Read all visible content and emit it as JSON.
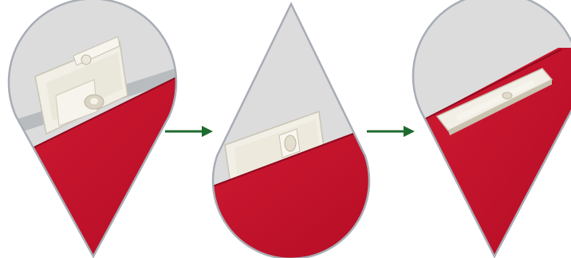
{
  "diagram": {
    "steps": [
      {
        "id": "step-1",
        "name": "open-clip-on-rail",
        "icon": "teardrop-pointing-down"
      },
      {
        "id": "step-2",
        "name": "clip-closing-on-panel",
        "icon": "teardrop-pointing-up"
      },
      {
        "id": "step-3",
        "name": "clip-closed-flat",
        "icon": "teardrop-pointing-down"
      }
    ],
    "arrows": [
      {
        "id": "arrow-1",
        "icon": "right-arrow-icon",
        "from": "step-1",
        "to": "step-2"
      },
      {
        "id": "arrow-2",
        "icon": "right-arrow-icon",
        "from": "step-2",
        "to": "step-3"
      }
    ]
  },
  "colors": {
    "panel_red": "#c8102e",
    "panel_red_dark": "#a80c24",
    "background_grey": "#dcdcdc",
    "outline_grey": "#a8adb5",
    "arrow_green": "#1f6b2f",
    "clip_plastic": "#f1efe6",
    "clip_shadow": "#c9c4b4"
  }
}
